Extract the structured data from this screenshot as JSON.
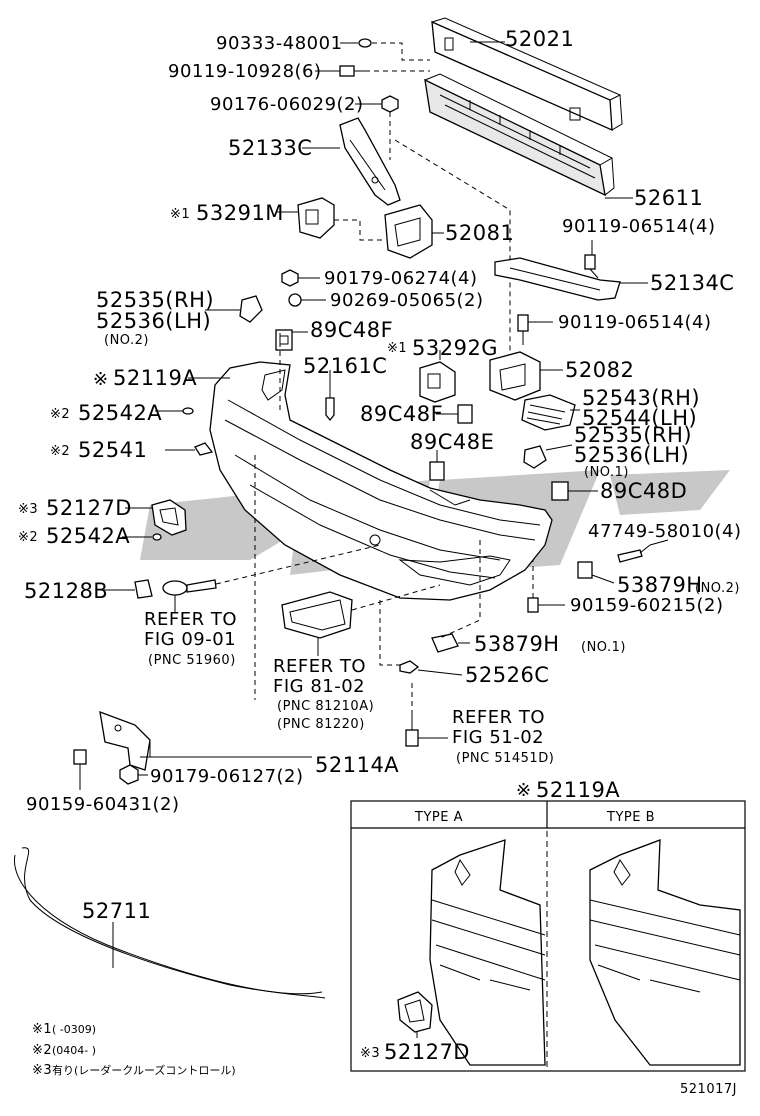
{
  "diagram": {
    "figure_code": "521017J",
    "labels": {
      "p52021": "52021",
      "p90333": "90333-48001",
      "p90119a": "90119-10928(6)",
      "p90176": "90176-06029(2)",
      "p52133c": "52133C",
      "p52611": "52611",
      "p53291m": "53291M",
      "p52081": "52081",
      "p90119b": "90119-06514(4)",
      "p52134c": "52134C",
      "p90179a": "90179-06274(4)",
      "p90269": "90269-05065(2)",
      "p52535a": "52535(RH)",
      "p52536a": "52536(LH)",
      "no2a": "(NO.2)",
      "p89c48f_a": "89C48F",
      "p90119c": "90119-06514(4)",
      "p53292g": "53292G",
      "p52161c": "52161C",
      "p52082": "52082",
      "p52119a": "52119A",
      "p52543": "52543(RH)",
      "p52544": "52544(LH)",
      "p52542a": "52542A",
      "p89c48f_b": "89C48F",
      "p52535b": "52535(RH)",
      "p52536b": "52536(LH)",
      "no1a": "(NO.1)",
      "p52541": "52541",
      "p89c48e": "89C48E",
      "p52127d": "52127D",
      "p89c48d": "89C48D",
      "p52542a2": "52542A",
      "p47749": "47749-58010(4)",
      "p52128b": "52128B",
      "p53879h_a": "53879H",
      "no2b": "(NO.2)",
      "p90159a": "90159-60215(2)",
      "refer1_a": "REFER TO",
      "refer1_b": "FIG 09-01",
      "refer1_c": "(PNC 51960)",
      "p53879h_b": "53879H",
      "no1b": "(NO.1)",
      "refer2_a": "REFER TO",
      "refer2_b": "FIG 81-02",
      "refer2_c": "(PNC 81210A)",
      "refer2_d": "(PNC 81220)",
      "p52526c": "52526C",
      "refer3_a": "REFER TO",
      "refer3_b": "FIG 51-02",
      "refer3_c": "(PNC 51451D)",
      "p52114a": "52114A",
      "p90179b": "90179-06127(2)",
      "p90159b": "90159-60431(2)",
      "p52711": "52711",
      "inset_title": "52119A",
      "type_a": "TYPE A",
      "type_b": "TYPE B",
      "inset_part": "52127D"
    },
    "marks": {
      "m1": "※1",
      "m2": "※2",
      "m3": "※3",
      "kome": "※"
    },
    "notes": [
      {
        "mark": "※1",
        "text": "(      -0309)"
      },
      {
        "mark": "※2",
        "text": "(0404-      )"
      },
      {
        "mark": "※3",
        "text": "有り(レーダークルーズコントロール)"
      }
    ]
  }
}
